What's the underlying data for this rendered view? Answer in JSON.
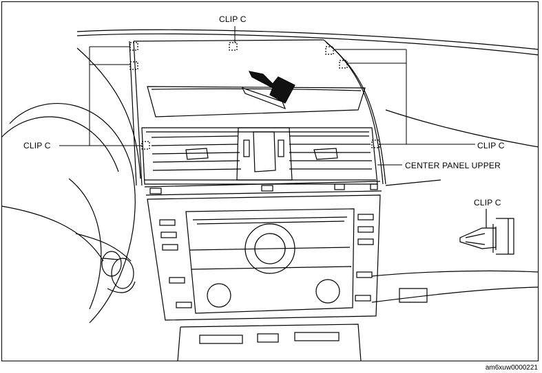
{
  "labels": {
    "clip_top": "CLIP C",
    "clip_left": "CLIP C",
    "clip_right": "CLIP C",
    "center_panel_upper": "CENTER PANEL UPPER",
    "clip_detail": "CLIP C"
  },
  "figure_code": "am6xuw0000221",
  "colors": {
    "line": "#000000",
    "background": "#ffffff",
    "arrow": "#111111"
  }
}
